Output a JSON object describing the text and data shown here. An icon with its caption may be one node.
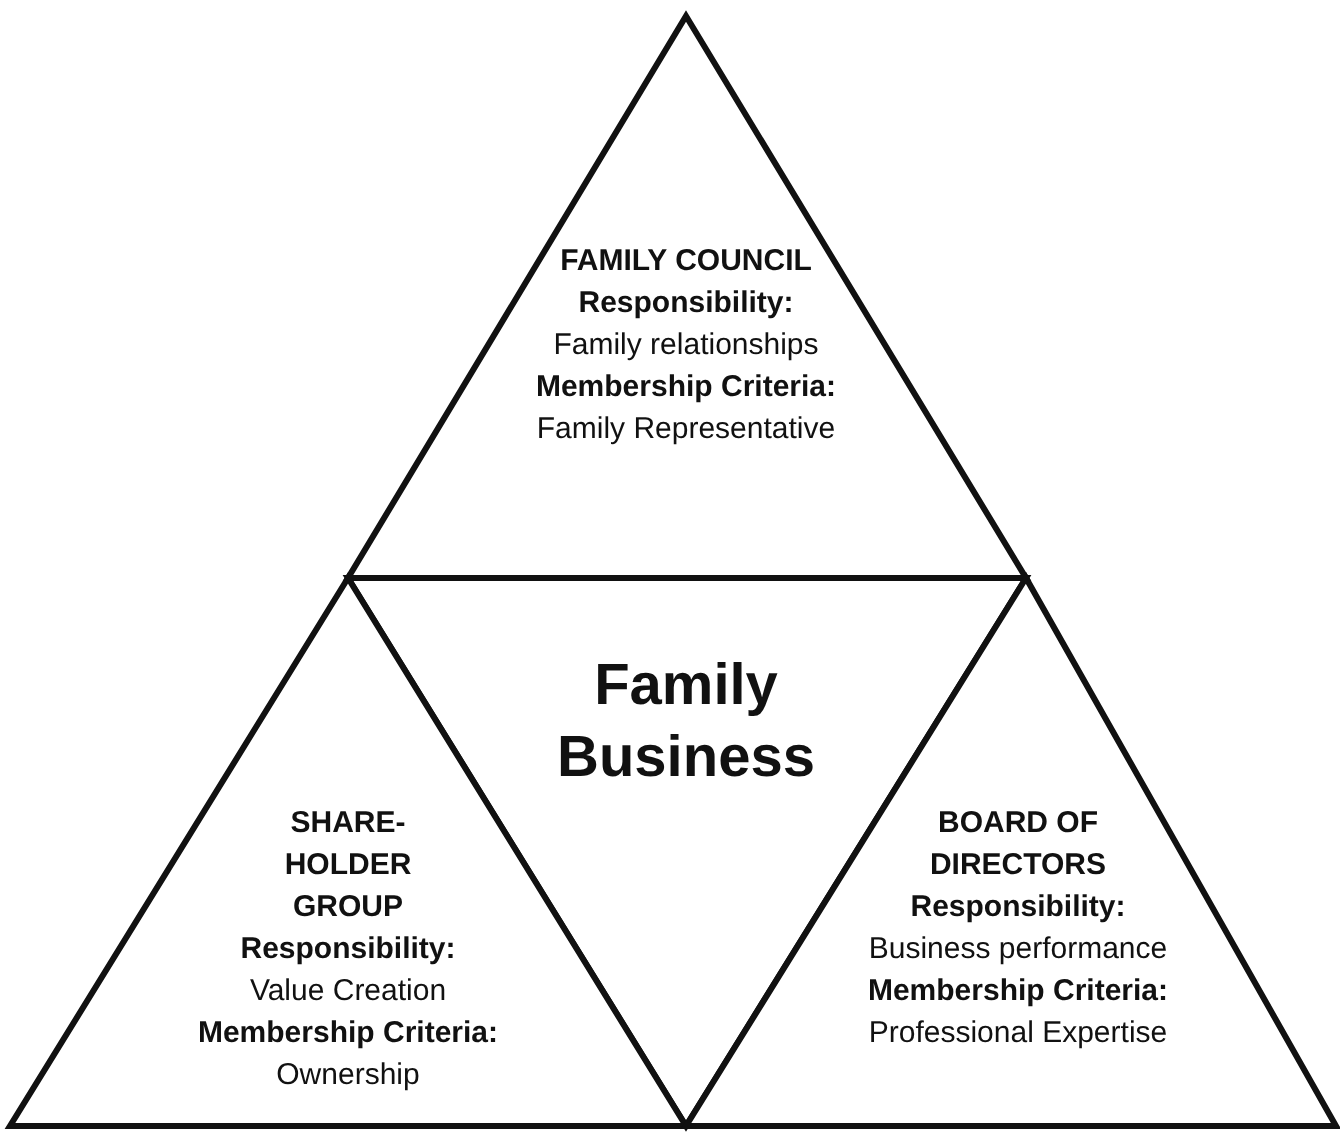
{
  "diagram": {
    "nodes": [
      {
        "text": [
          "FAMILY COUNCIL",
          "Responsibility:",
          "Family relationships",
          "Membership Criteria:",
          "Family Representative"
        ]
      },
      {
        "text": [
          "Family Business"
        ]
      },
      {
        "text": [
          "SHARE- HOLDER GROUP",
          "Responsibility:",
          "Value Creation",
          "Membership Criteria:",
          "Ownership"
        ]
      },
      {
        "text": [
          "BOARD OF DIRECTORS",
          "Responsibility:",
          "Business performance",
          "Membership Criteria:",
          "Professional Expertise"
        ]
      }
    ]
  }
}
